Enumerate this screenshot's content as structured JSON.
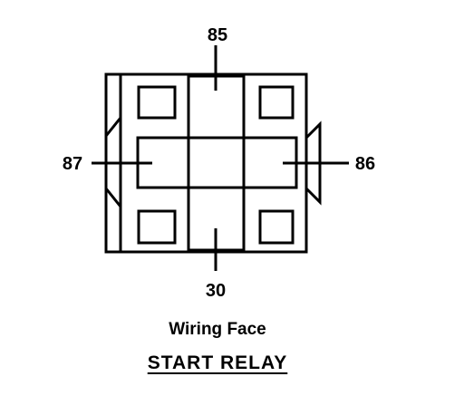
{
  "diagram": {
    "pins": [
      {
        "id": "85",
        "label": "85"
      },
      {
        "id": "87",
        "label": "87"
      },
      {
        "id": "86",
        "label": "86"
      },
      {
        "id": "30",
        "label": "30"
      }
    ],
    "caption": "Wiring Face",
    "title": "START RELAY"
  }
}
